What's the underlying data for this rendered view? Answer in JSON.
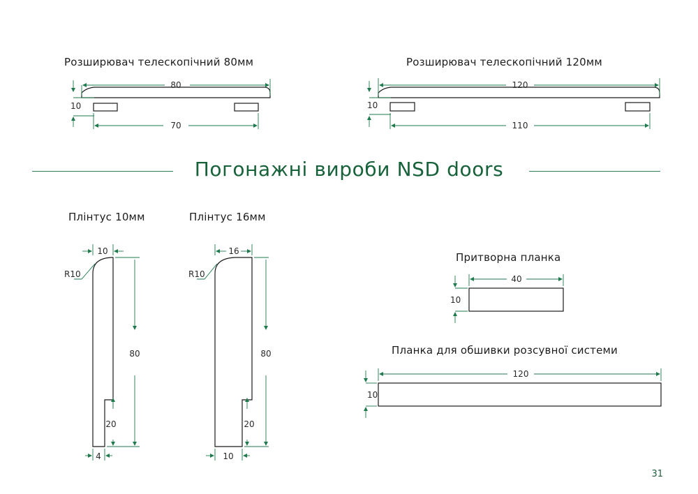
{
  "header": {
    "title": "Погонажні вироби NSD doors"
  },
  "colors": {
    "outline": "#1a1a1a",
    "dimension": "#1f7a4d",
    "title": "#17623a"
  },
  "parts": {
    "ext80": {
      "label": "Розширювач телескопічний 80мм",
      "top": "80",
      "bottom": "70",
      "height": "10"
    },
    "ext120": {
      "label": "Розширювач телескопічний 120мм",
      "top": "120",
      "bottom": "110",
      "height": "10"
    },
    "plinth10": {
      "label": "Плінтус 10мм",
      "width": "10",
      "radius": "R10",
      "height": "80",
      "notch_h": "20",
      "notch_w": "4"
    },
    "plinth16": {
      "label": "Плінтус 16мм",
      "width": "16",
      "radius": "R10",
      "height": "80",
      "notch_h": "20",
      "bottom": "10"
    },
    "stop": {
      "label": "Притворна планка",
      "width": "40",
      "height": "10"
    },
    "slide": {
      "label": "Планка для обшивки розсувної системи",
      "width": "120",
      "height": "10"
    }
  },
  "page_number": "31"
}
